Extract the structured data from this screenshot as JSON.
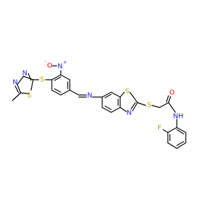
{
  "atoms": {
    "s_thiadiazole": "S",
    "n_thiadiazole_1": "N",
    "n_thiadiazole_2": "N",
    "s_thioether_left": "S",
    "o_nitro_minus": "O",
    "n_nitro_plus": "N",
    "n_imine": "N",
    "s_benzothiazole": "S",
    "n_benzothiazole": "N",
    "s_thioether_right": "S",
    "o_carbonyl": "O",
    "nh_amide": "NH",
    "f_fluoro": "F"
  },
  "charges": {
    "o_nitro_minus": "-",
    "n_nitro_plus": "+"
  },
  "colors": {
    "bond": "#000000",
    "sulfur": "#b8a800",
    "nitrogen": "#2020ff",
    "oxygen": "#ff0000",
    "fluorine": "#6fbf20"
  }
}
